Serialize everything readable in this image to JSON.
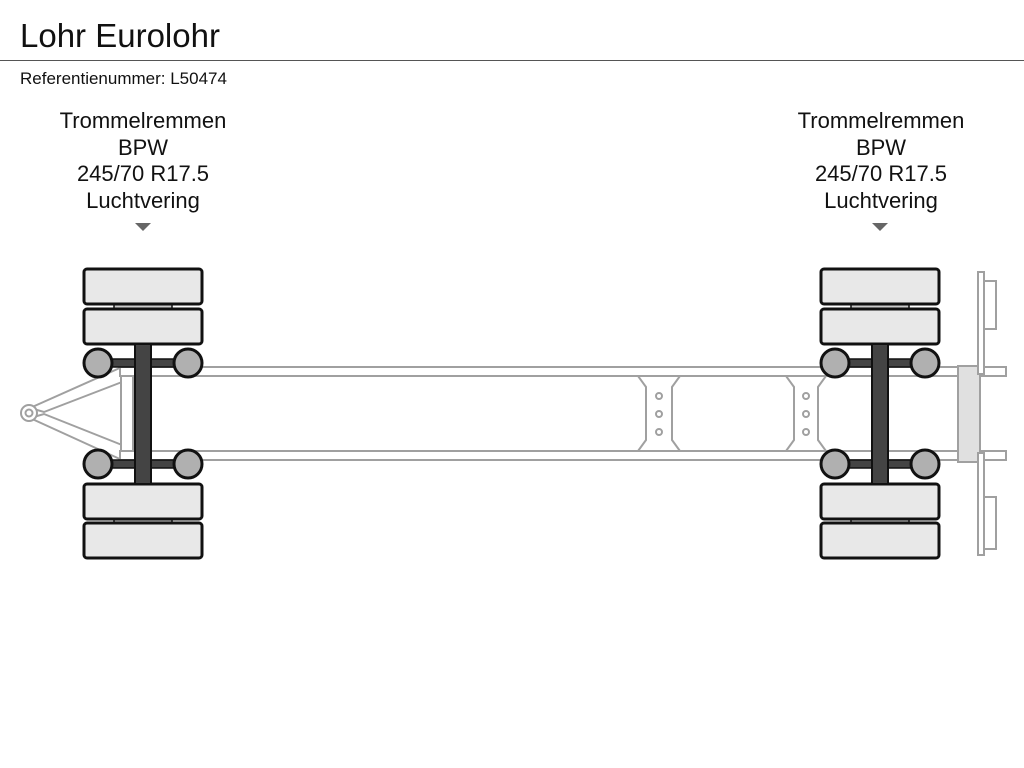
{
  "header": {
    "title": "Lohr Eurolohr",
    "reference": "Referentienummer: L50474"
  },
  "axles": [
    {
      "brake": "Trommelremmen",
      "brand": "BPW",
      "tire": "245/70 R17.5",
      "suspension": "Luchtvering"
    },
    {
      "brake": "Trommelremmen",
      "brand": "BPW",
      "tire": "245/70 R17.5",
      "suspension": "Luchtvering"
    }
  ],
  "colors": {
    "tire_fill": "#e8e8e8",
    "outline": "#111111",
    "hub": "#b0b0b0",
    "axle_bar": "#444444",
    "frame": "#a0a0a0",
    "marker": "#666666"
  }
}
